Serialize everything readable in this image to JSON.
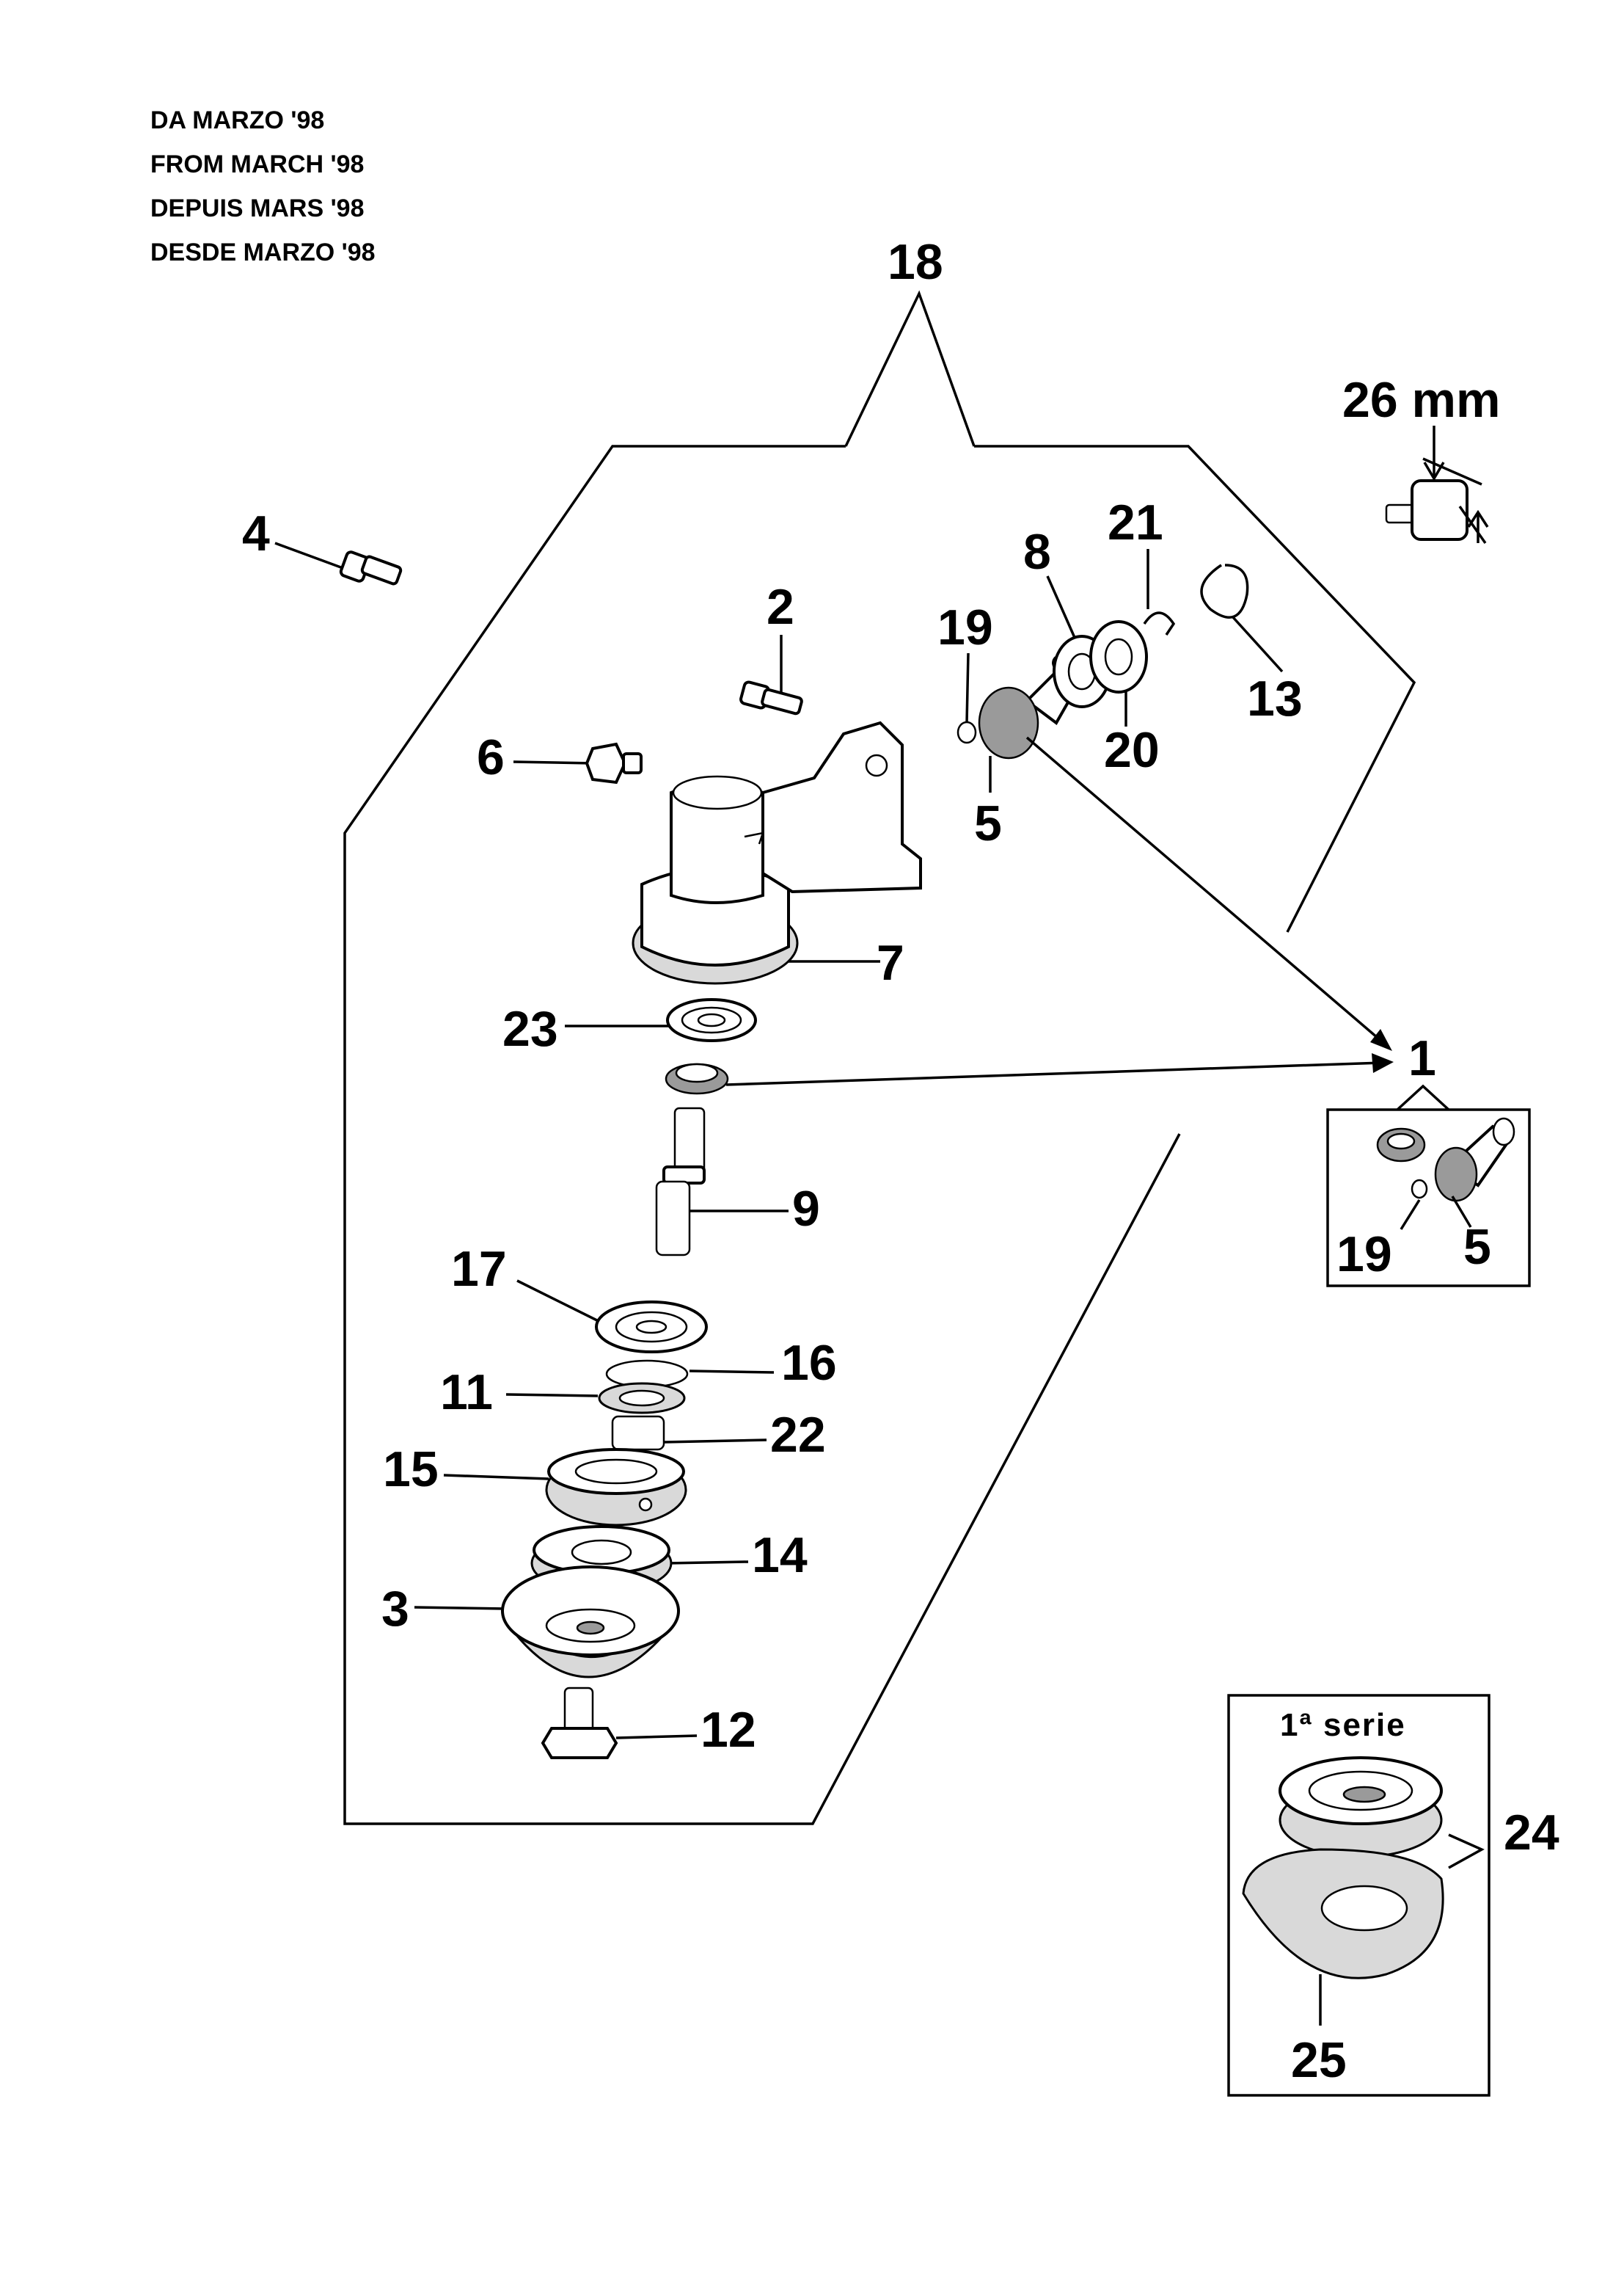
{
  "header": {
    "lines": [
      "DA MARZO '98",
      "FROM MARCH '98",
      "DEPUIS MARS '98",
      "DESDE MARZO '98"
    ]
  },
  "dimension": {
    "label": "26 mm"
  },
  "inset_1": {
    "callout": "1",
    "labels": [
      "19",
      "5"
    ]
  },
  "inset_24": {
    "title": "1ª serie",
    "callouts": [
      "24",
      "25"
    ]
  },
  "callouts": {
    "p18": "18",
    "p4": "4",
    "p2": "2",
    "p6": "6",
    "p7": "7",
    "p8": "8",
    "p21": "21",
    "p19": "19",
    "p13": "13",
    "p20": "20",
    "p5": "5",
    "p23": "23",
    "p9": "9",
    "p17": "17",
    "p16": "16",
    "p11": "11",
    "p22": "22",
    "p15": "15",
    "p14": "14",
    "p3": "3",
    "p12": "12"
  },
  "colors": {
    "ink": "#000000",
    "paper": "#ffffff",
    "shade": "#d9d9d9"
  }
}
